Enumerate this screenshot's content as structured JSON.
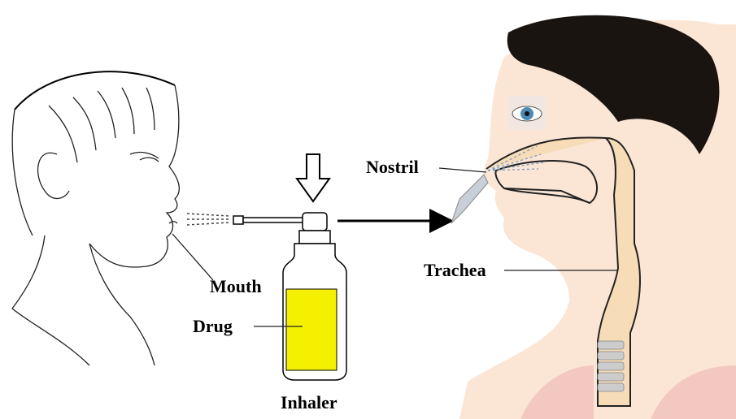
{
  "labels": {
    "mouth": "Mouth",
    "drug": "Drug",
    "inhaler": "Inhaler",
    "nostril": "Nostril",
    "trachea": "Trachea"
  },
  "colors": {
    "drug_fill": "#f5f000",
    "skin": "#fbe6d6",
    "hair": "#1a1410",
    "airway": "#f7dcb8",
    "lung": "#f3c8c0"
  },
  "icons": [
    "down-arrow-icon",
    "right-arrow-icon",
    "eye-icon"
  ]
}
